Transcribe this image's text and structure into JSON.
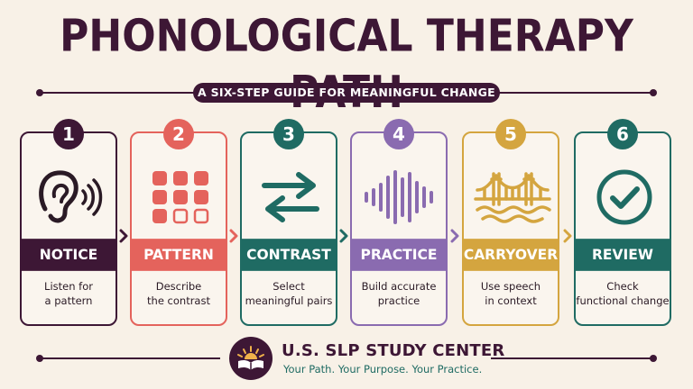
{
  "title": "PHONOLOGICAL THERAPY PATH",
  "subtitle": "A SIX-STEP GUIDE FOR MEANINGFUL CHANGE",
  "steps": [
    {
      "number": "1",
      "label": "NOTICE",
      "desc1": "Listen for",
      "desc2": "a pattern",
      "color": "#3d1735",
      "icon": "ear-icon"
    },
    {
      "number": "2",
      "label": "PATTERN",
      "desc1": "Describe",
      "desc2": "the contrast",
      "color": "#e4635c",
      "icon": "dot-grid-icon"
    },
    {
      "number": "3",
      "label": "CONTRAST",
      "desc1": "Select",
      "desc2": "meaningful pairs",
      "color": "#1f6b63",
      "icon": "swap-arrows-icon"
    },
    {
      "number": "4",
      "label": "PRACTICE",
      "desc1": "Build accurate",
      "desc2": "practice",
      "color": "#8a6bb0",
      "icon": "sound-wave-icon"
    },
    {
      "number": "5",
      "label": "CARRYOVER",
      "desc1": "Use speech",
      "desc2": "in context",
      "color": "#d4a53f",
      "icon": "bridge-icon"
    },
    {
      "number": "6",
      "label": "REVIEW",
      "desc1": "Check",
      "desc2": "functional change",
      "color": "#1f6b63",
      "icon": "checkmark-circle-icon"
    }
  ],
  "footer": {
    "org_name": "U.S. SLP STUDY CENTER",
    "tagline": "Your Path. Your Purpose. Your Practice.",
    "logo_icon": "open-book-sunrise-icon"
  }
}
